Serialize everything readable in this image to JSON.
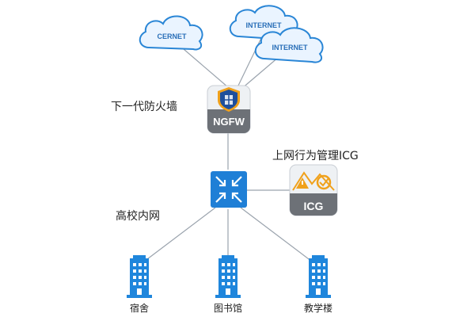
{
  "clouds": [
    {
      "label": "CERNET"
    },
    {
      "label": "INTERNET"
    },
    {
      "label": "INTERNET"
    }
  ],
  "firewall": {
    "label": "下一代防火墙",
    "badge": "NGFW"
  },
  "icg": {
    "label": "上网行为管理ICG",
    "badge": "ICG"
  },
  "network": {
    "label": "高校内网"
  },
  "buildings": [
    {
      "label": "宿舍"
    },
    {
      "label": "图书馆"
    },
    {
      "label": "教学楼"
    }
  ],
  "colors": {
    "cloud_stroke": "#2a86d6",
    "cloud_fill": "#eaf4ff",
    "switch": "#1f7fd6",
    "device": "#6d7177",
    "line": "#9aa3ad",
    "building": "#1f86dc",
    "warning": "#f0a11b"
  }
}
